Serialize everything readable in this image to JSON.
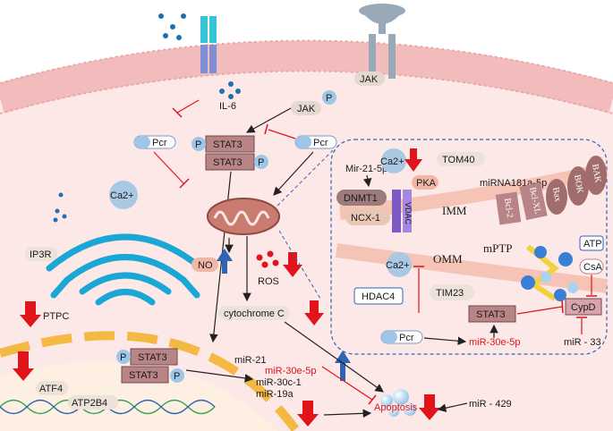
{
  "labels": {
    "il6": "IL-6",
    "jak_top": "JAK",
    "jak": "JAK",
    "p": "P",
    "pcr": "Pcr",
    "stat3": "STAT3",
    "ca2": "Ca2+",
    "ip3r": "IP3R",
    "ptpc": "PTPC",
    "atf4": "ATF4",
    "atp2b4": "ATP2B4",
    "no": "NO",
    "ros": "ROS",
    "cytochrome_c": "cytochrome C",
    "mir21": "miR-21",
    "mir30e5p": "miR-30e-5p",
    "mir30c1": "miR-30c-1",
    "mir19a": "miR-19a",
    "apoptosis": "Apoptosis",
    "mir429": "miR - 429",
    "mir21_5p": "Mir-21-5p",
    "dnmt1": "DNMT1",
    "ncx1": "NCX-1",
    "vdac": "VDAC",
    "pka": "PKA",
    "tom40": "TOM40",
    "mirna181a": "miRNA181a-5p",
    "imm": "IMM",
    "omm": "OMM",
    "bcl2": "Bcl-2",
    "bclxl": "Bcl-XL",
    "bax": "Bax",
    "bok": "BOK",
    "bak": "BAK",
    "mptp": "mPTP",
    "atp": "ATP",
    "csa": "CsA",
    "cypd": "CypD",
    "hdac4": "HDAC4",
    "tim23": "TIM23",
    "mir33": "miR - 33"
  },
  "colors": {
    "cytoplasm": "#fde8e8",
    "membrane": "#f6c9c9",
    "stat_box": "#b88486",
    "red_arrow": "#e0141b",
    "blue_arrow": "#2f64b5",
    "er_blue": "#1aa7d6",
    "nucleus": "#f4b942"
  }
}
